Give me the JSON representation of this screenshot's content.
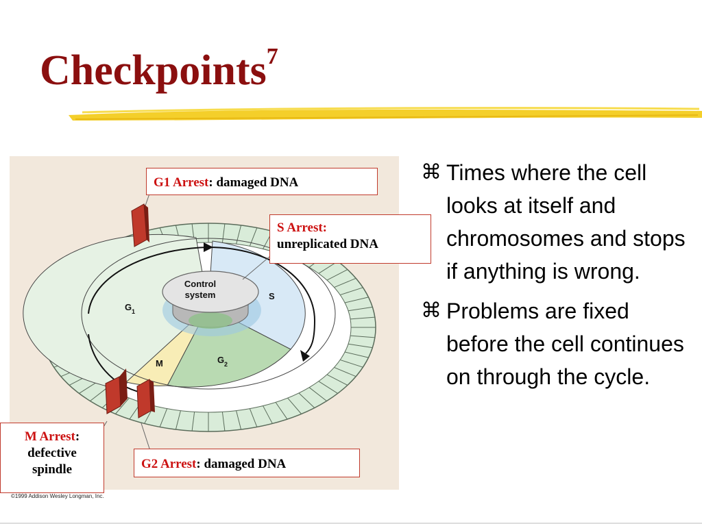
{
  "slide": {
    "title": "Checkpoints",
    "title_superscript": "7",
    "accent_color": "#8b0f0f",
    "highlight_color": "#f2c81c"
  },
  "diagram": {
    "hub_label_line1": "Control",
    "hub_label_line2": "system",
    "phase_g1": "G",
    "phase_g1_sub": "1",
    "phase_s": "S",
    "phase_g2": "G",
    "phase_g2_sub": "2",
    "phase_m": "M",
    "copyright": "©1999 Addison Wesley Longman, Inc."
  },
  "callouts": {
    "g1": {
      "arrest": "G1 Arrest",
      "reason": ": damaged DNA"
    },
    "s": {
      "arrest": "S Arrest:",
      "reason": "unreplicated DNA"
    },
    "m": {
      "arrest": "M Arrest",
      "colon": ":",
      "reason_line1": "defective",
      "reason_line2": "spindle"
    },
    "g2": {
      "arrest": "G2 Arrest",
      "reason": ": damaged DNA"
    }
  },
  "bullets": [
    {
      "icon": "z-bullet-icon",
      "text": "Times where the cell looks at itself and chromosomes and stops if anything is wrong."
    },
    {
      "icon": "z-bullet-icon",
      "text": "Problems are fixed before the cell continues on through the cycle."
    }
  ]
}
